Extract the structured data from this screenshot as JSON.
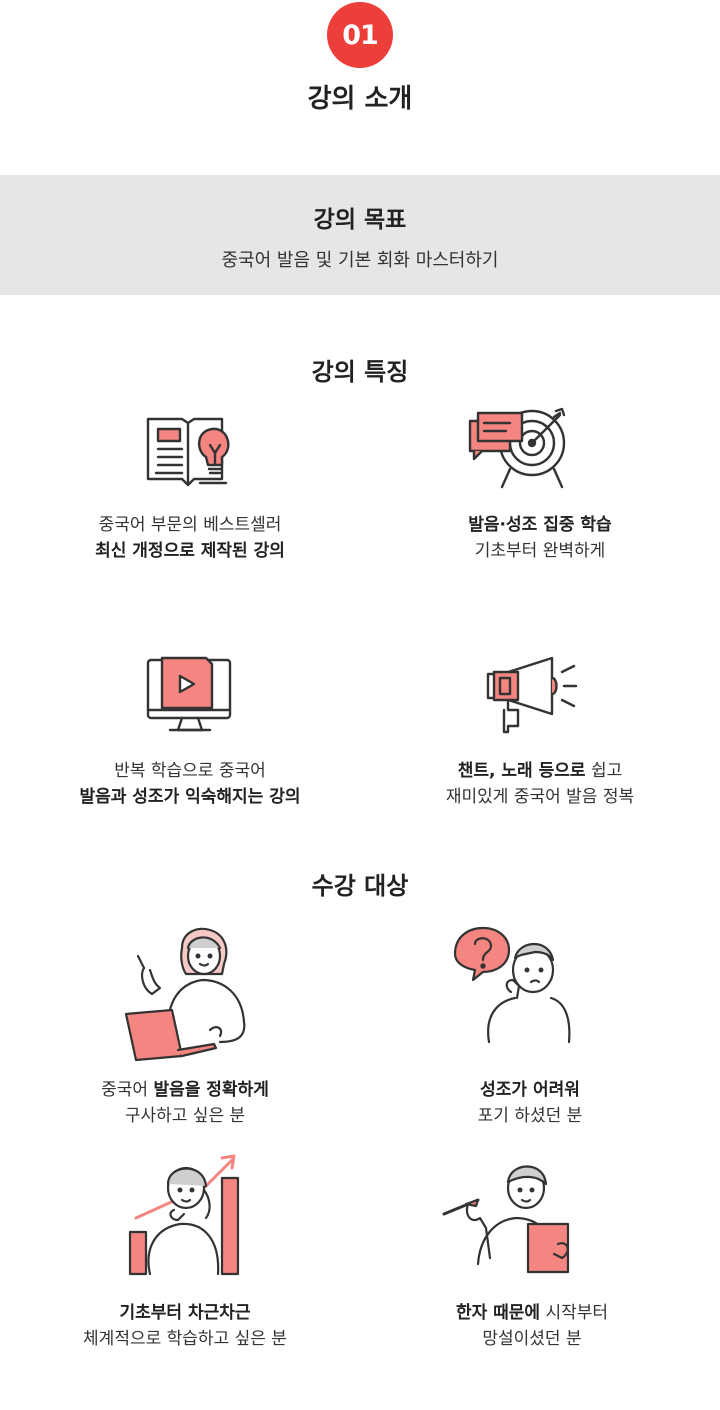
{
  "header": {
    "number": "01",
    "title": "강의 소개"
  },
  "goal": {
    "title": "강의 목표",
    "text": "중국어 발음 및 기본 회화 마스터하기"
  },
  "features": {
    "title": "강의 특징",
    "items": [
      {
        "icon": "book-lightbulb-icon",
        "line1_normal": "중국어 부문의 베스트셀러",
        "line1_bold": "",
        "line2_bold": "최신 개정으로 제작된 강의",
        "line2_normal": ""
      },
      {
        "icon": "target-speech-icon",
        "line1_normal": "",
        "line1_bold": "발음·성조 집중 학습",
        "line2_bold": "",
        "line2_normal": "기초부터 완벽하게"
      },
      {
        "icon": "monitor-video-icon",
        "line1_normal": "반복 학습으로 중국어",
        "line1_bold": "",
        "line2_bold": "발음과 성조가 익숙해지는 강의",
        "line2_normal": ""
      },
      {
        "icon": "megaphone-icon",
        "line1_normal": " 쉽고",
        "line1_bold": "챈트, 노래 등으로",
        "line2_bold": "",
        "line2_normal": "재미있게 중국어 발음 정복"
      }
    ]
  },
  "targets": {
    "title": "수강 대상",
    "items": [
      {
        "icon": "woman-laptop-icon",
        "line1_normal": "중국어 ",
        "line1_bold": "발음을 정확하게",
        "line2_normal": "구사하고 싶은 분"
      },
      {
        "icon": "man-question-icon",
        "line1_normal": "",
        "line1_bold": "성조가 어려워",
        "line2_normal": "포기 하셨던 분"
      },
      {
        "icon": "woman-growth-chart-icon",
        "line1_normal": "",
        "line1_bold": "기초부터 차근차근",
        "line2_normal": "체계적으로 학습하고 싶은 분"
      },
      {
        "icon": "man-pen-notepad-icon",
        "line1_normal": " 시작부터",
        "line1_bold": "한자 때문에",
        "line2_normal": "망설이셨던 분"
      }
    ]
  },
  "colors": {
    "accent": "#ec3f3a",
    "salmon": "#f48580",
    "band": "#e6e6e6",
    "text": "#333333"
  }
}
